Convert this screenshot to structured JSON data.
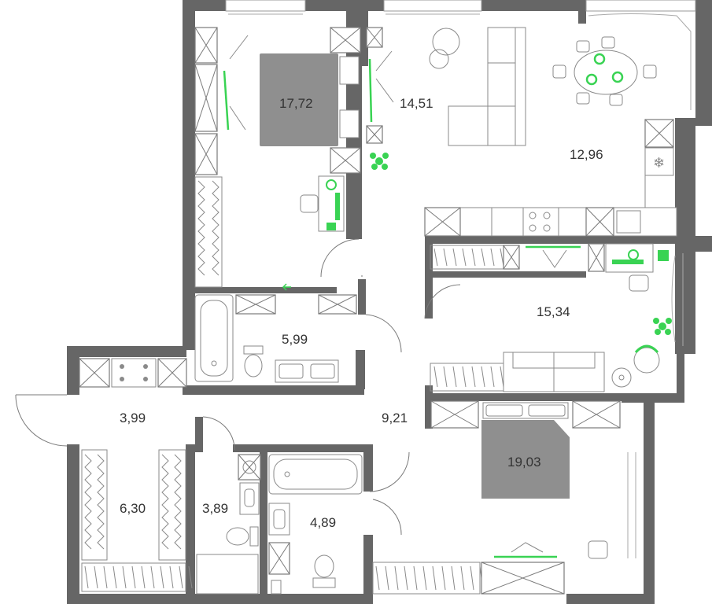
{
  "plan": {
    "rooms": [
      {
        "id": "bedroom-1",
        "area": "17,72"
      },
      {
        "id": "living",
        "area": "14,51"
      },
      {
        "id": "kitchen",
        "area": "12,96"
      },
      {
        "id": "bathroom-1",
        "area": "5,99"
      },
      {
        "id": "bedroom-2",
        "area": "15,34"
      },
      {
        "id": "entry",
        "area": "3,99"
      },
      {
        "id": "hall",
        "area": "9,21"
      },
      {
        "id": "bedroom-3",
        "area": "19,03"
      },
      {
        "id": "wardrobe",
        "area": "6,30"
      },
      {
        "id": "wc",
        "area": "3,89"
      },
      {
        "id": "bathroom-2",
        "area": "4,89"
      }
    ],
    "colors": {
      "wall": "#666666",
      "furniture": "#8f8f8f",
      "accent": "#39d353",
      "text": "#333333"
    }
  }
}
